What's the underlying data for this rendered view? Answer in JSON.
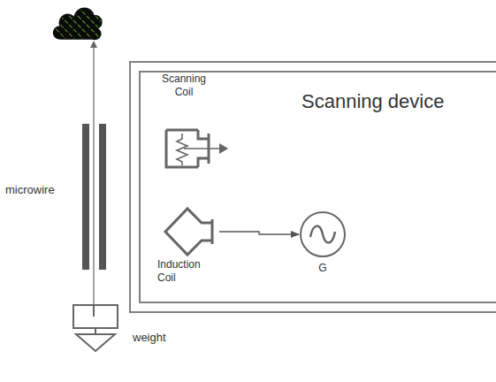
{
  "diagram": {
    "nodes": [
      {
        "text": [
          "Scanning device"
        ]
      },
      {
        "text": [
          "Scanning Coil"
        ],
        "in": 0
      },
      {
        "text": [
          "Induction Coil"
        ],
        "in": 0
      },
      {
        "text": [
          "G"
        ],
        "in": 0
      }
    ],
    "edges": [
      {
        "from": 2,
        "to": 3,
        "arrow": "to"
      }
    ],
    "labels": [
      "microwire",
      "weight"
    ]
  }
}
